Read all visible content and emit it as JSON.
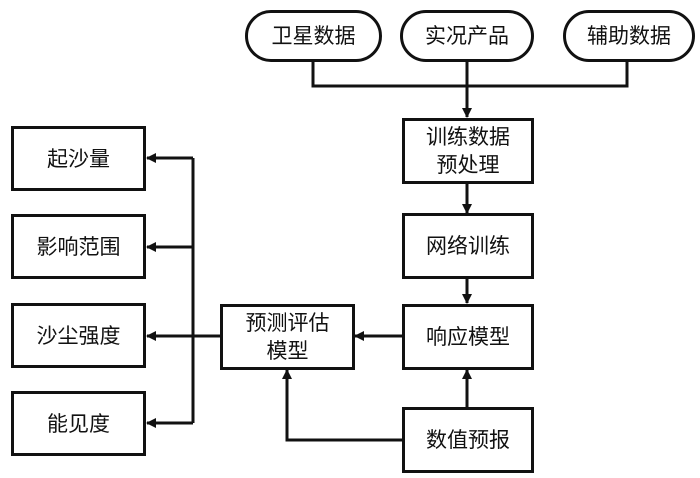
{
  "inputs": [
    {
      "id": "satellite",
      "label": "卫星数据"
    },
    {
      "id": "observed",
      "label": "实况产品"
    },
    {
      "id": "auxiliary",
      "label": "辅助数据"
    }
  ],
  "process": {
    "preprocess": {
      "line1": "训练数据",
      "line2": "预处理"
    },
    "training": "网络训练",
    "response": "响应模型",
    "nwp": "数值预报",
    "evaluate": {
      "line1": "预测评估",
      "line2": "模型"
    }
  },
  "outputs": [
    {
      "id": "dust-emission",
      "label": "起沙量"
    },
    {
      "id": "impact-range",
      "label": "影响范围"
    },
    {
      "id": "dust-intensity",
      "label": "沙尘强度"
    },
    {
      "id": "visibility",
      "label": "能见度"
    }
  ]
}
